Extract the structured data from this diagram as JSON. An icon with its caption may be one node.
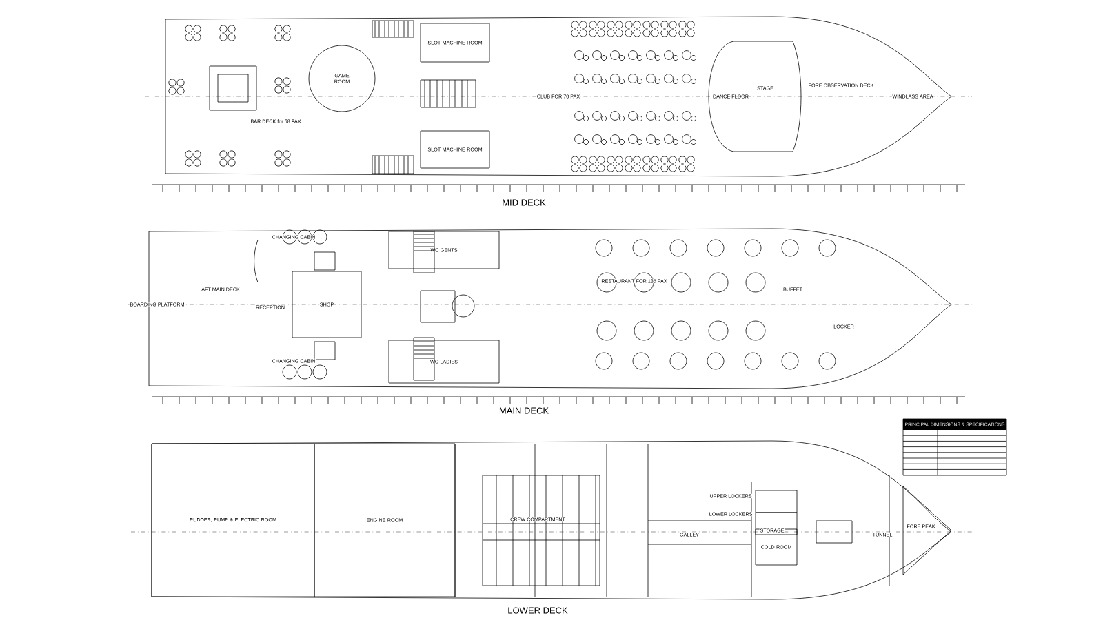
{
  "diagram": {
    "nodes": [
      {
        "text": [
          "MID DECK"
        ]
      },
      {
        "text": [
          "GAME ROOM"
        ],
        "in": 0
      },
      {
        "text": [
          "SLOT MACHINE ROOM"
        ],
        "in": 0
      },
      {
        "text": [
          "SLOT MACHINE ROOM"
        ],
        "in": 0
      },
      {
        "text": [
          "DANCE FLOOR"
        ],
        "in": 0
      },
      {
        "text": [
          "MAIN DECK"
        ]
      },
      {
        "text": [
          "SHOP"
        ],
        "in": 5
      },
      {
        "text": [
          "WC GENTS"
        ],
        "in": 5
      },
      {
        "text": [
          "WC LADIES"
        ],
        "in": 5
      },
      {
        "text": [
          "LOWER DECK"
        ]
      },
      {
        "text": [
          "RUDDER, PUMP & ELECTRIC ROOM"
        ],
        "in": 9
      },
      {
        "text": [
          "ENGINE ROOM"
        ],
        "in": 9
      },
      {
        "text": [
          "COLD ROOM"
        ],
        "in": 9
      },
      {
        "text": [
          "FORE PEAK"
        ],
        "in": 9
      },
      {
        "text": [
          "PRINCIPAL DIMENSIONS & SPECIFICATIONS"
        ]
      }
    ],
    "labels": [
      "BAR DECK for 58 PAX",
      "CLUB FOR 70 PAX",
      "STAGE",
      "FORE OBSERVATION DECK",
      "WINDLASS AREA",
      "BOARDING PLATFORM",
      "AFT MAIN DECK",
      "RECEPTION",
      "CHANGING CABIN",
      "CHANGING CABIN",
      "RESTAURANT FOR 136 PAX",
      "BUFFET",
      "LOCKER",
      "CREW COMPARTMENT",
      "GALLEY",
      "UPPER LOCKERS",
      "LOWER LOCKERS",
      "STORAGE",
      "TUNNEL"
    ]
  }
}
